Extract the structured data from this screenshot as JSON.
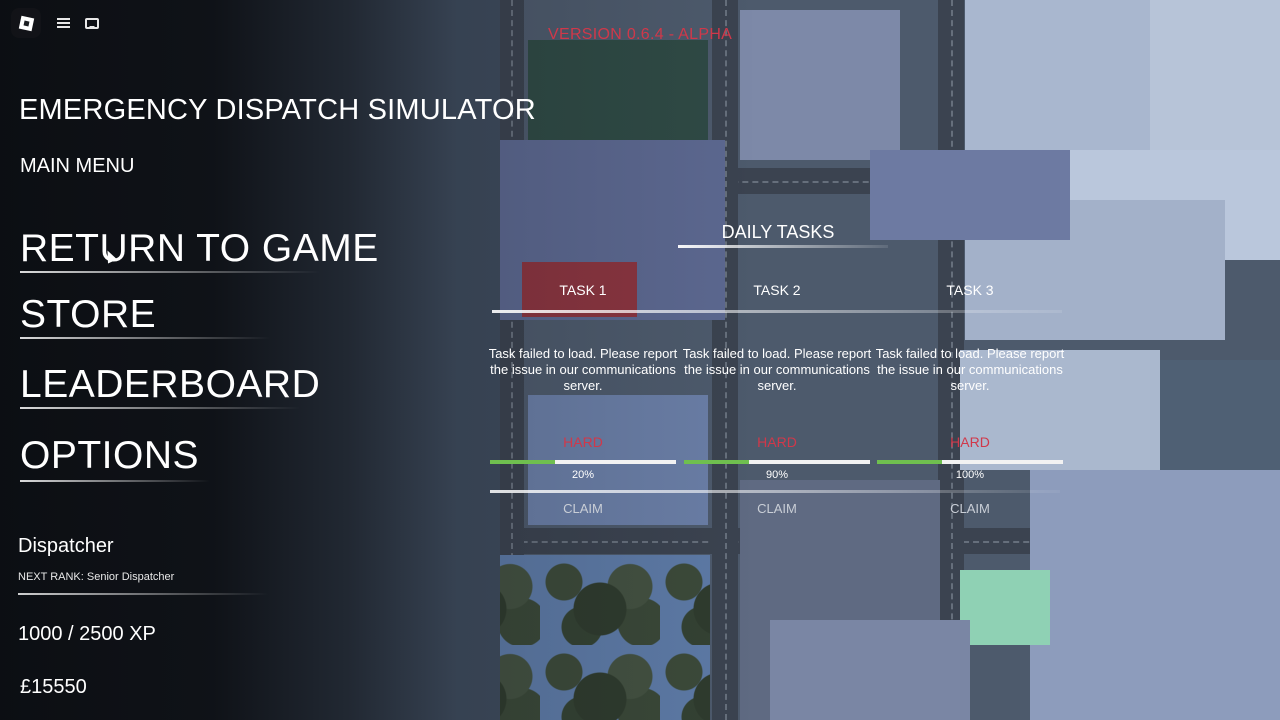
{
  "version": "VERSION 0.6.4 - ALPHA",
  "title": "EMERGENCY DISPATCH SIMULATOR",
  "menu_heading": "MAIN MENU",
  "menu_items": [
    {
      "label": "RETURN TO GAME"
    },
    {
      "label": "STORE"
    },
    {
      "label": "LEADERBOARD"
    },
    {
      "label": "OPTIONS"
    }
  ],
  "player": {
    "rank": "Dispatcher",
    "next_rank": "NEXT RANK: Senior Dispatcher",
    "xp": "1000 / 2500 XP",
    "money": "£15550"
  },
  "daily_tasks": {
    "title": "DAILY TASKS",
    "tasks": [
      {
        "label": "TASK 1",
        "description": "Task failed to load. Please report the issue in our communications server.",
        "difficulty": "HARD",
        "progress_text": "20%",
        "progress": 0.35,
        "claim": "CLAIM"
      },
      {
        "label": "TASK 2",
        "description": "Task failed to load. Please report the issue in our communications server.",
        "difficulty": "HARD",
        "progress_text": "90%",
        "progress": 0.35,
        "claim": "CLAIM"
      },
      {
        "label": "TASK 3",
        "description": "Task failed to load. Please report the issue in our communications server.",
        "difficulty": "HARD",
        "progress_text": "100%",
        "progress": 0.35,
        "claim": "CLAIM"
      }
    ]
  },
  "colors": {
    "accent_red": "#d0384a",
    "progress_green": "#6fbf4f"
  },
  "icons": {
    "roblox": "roblox-logo-icon",
    "menu": "hamburger-menu-icon",
    "chat": "chat-bubble-icon"
  }
}
